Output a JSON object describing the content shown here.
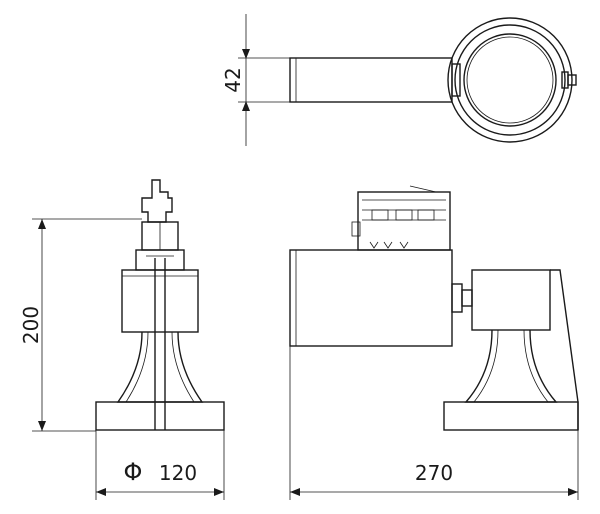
{
  "dimensions": {
    "height_top": "42",
    "height_front": "200",
    "diameter_symbol": "Φ",
    "diameter_value": "120",
    "length_side": "270"
  }
}
